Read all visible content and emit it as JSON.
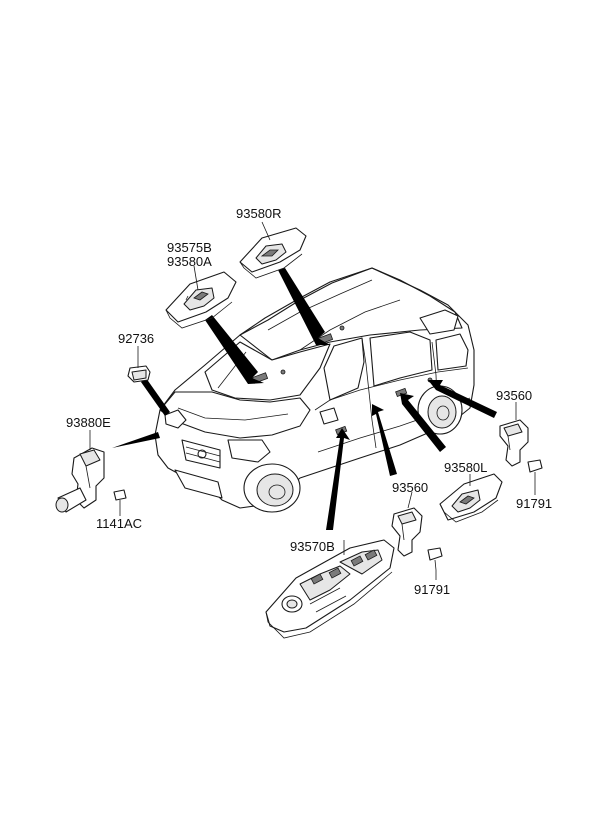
{
  "labels": {
    "p93580R": "93580R",
    "p93575B": "93575B",
    "p93580A": "93580A",
    "p92736": "92736",
    "p93880E": "93880E",
    "p1141AC": "1141AC",
    "p93570B": "93570B",
    "p93560_center": "93560",
    "p91791_center": "91791",
    "p93580L": "93580L",
    "p93560_right": "93560",
    "p91791_right": "91791"
  }
}
